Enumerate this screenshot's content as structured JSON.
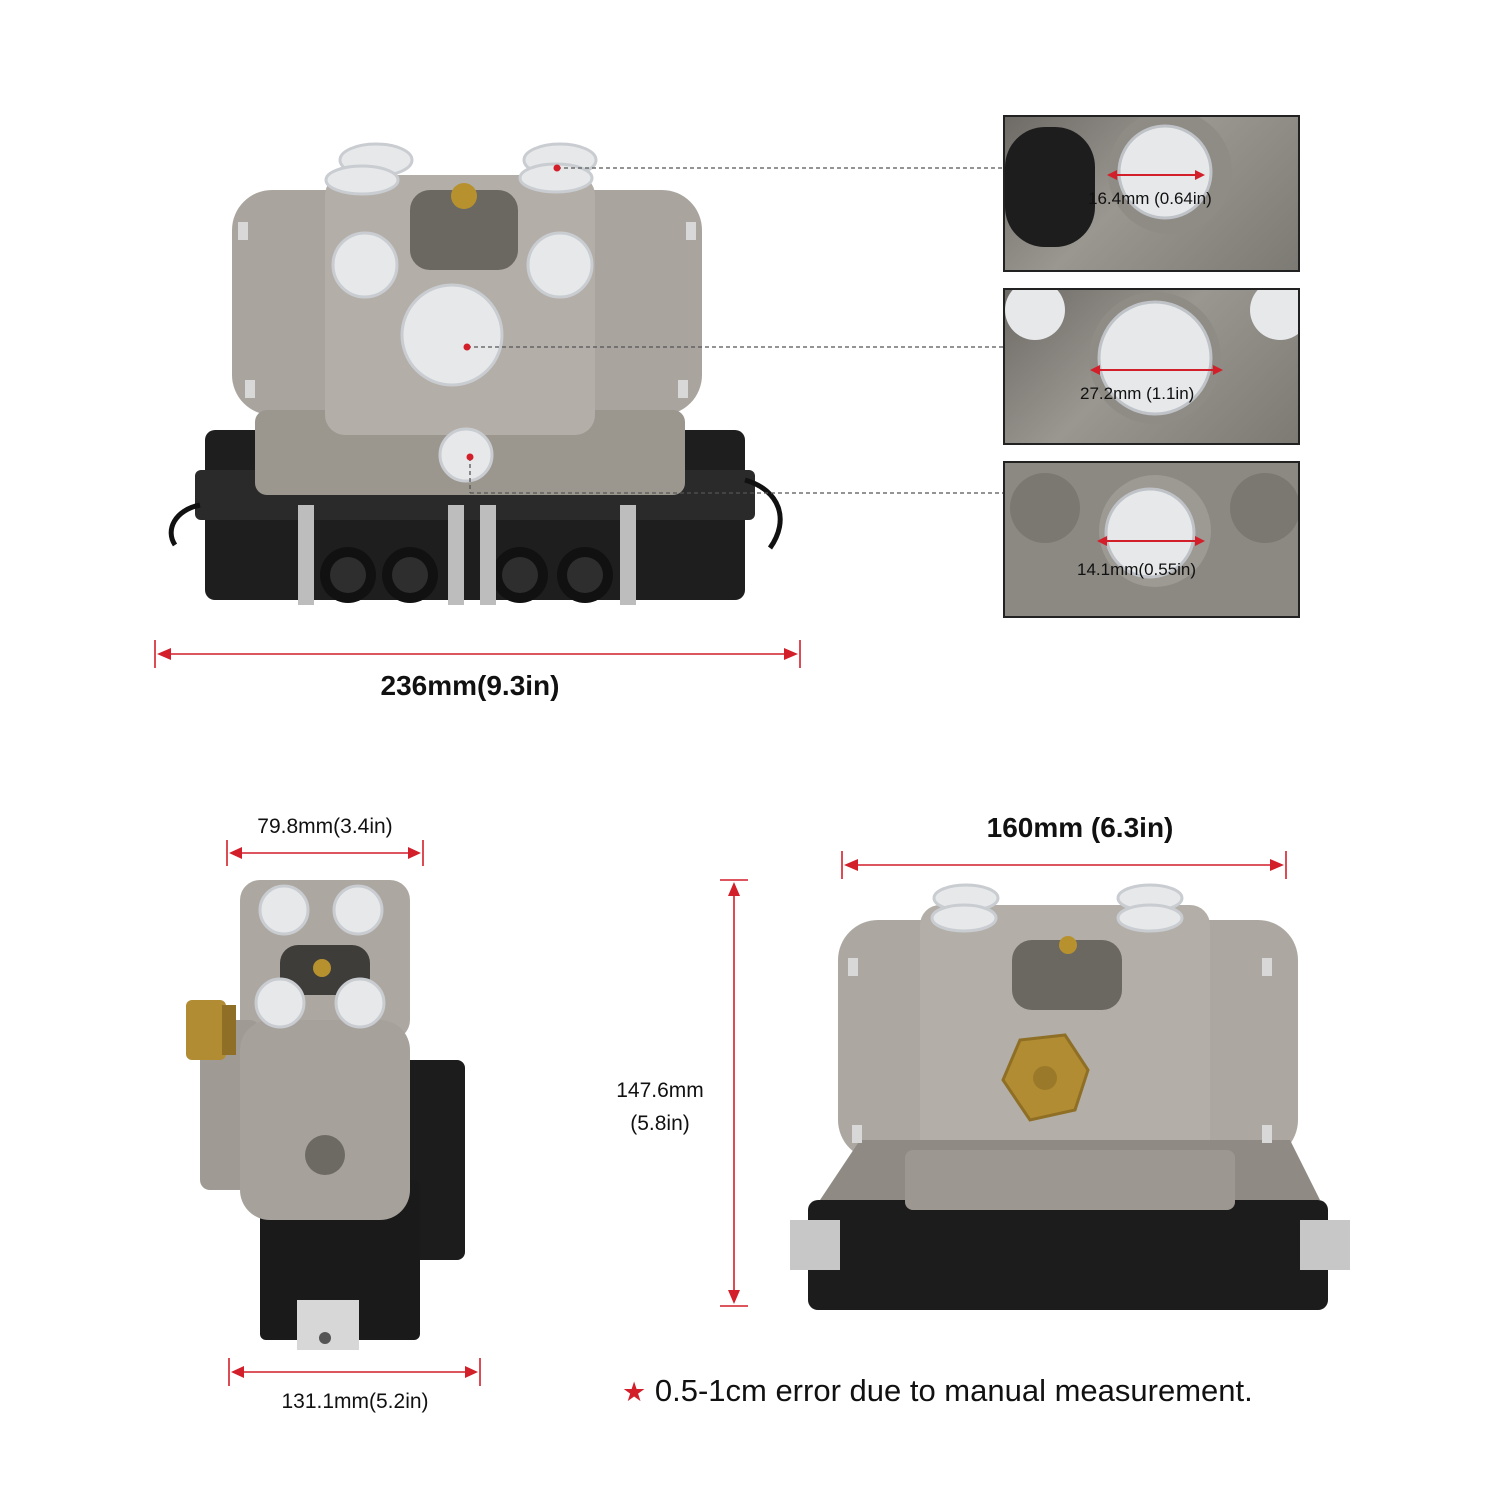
{
  "dimensions": {
    "front_width": "236mm(9.3in)",
    "side_top_width": "79.8mm(3.4in)",
    "side_bottom_width": "131.1mm(5.2in)",
    "height_mm": "147.6mm",
    "height_in": "(5.8in)",
    "back_width": "160mm (6.3in)"
  },
  "insets": [
    {
      "label": "16.4mm (0.64in)"
    },
    {
      "label": "27.2mm (1.1in)"
    },
    {
      "label": "14.1mm(0.55in)"
    }
  ],
  "note": {
    "star": "★",
    "text": "0.5-1cm error due to manual measurement."
  },
  "colors": {
    "accent_red": "#d21f2a",
    "metal": "#a9a59e",
    "metal_dark": "#7d7a74",
    "plastic_black": "#1c1c1c",
    "cap": "#e6e8ea"
  }
}
